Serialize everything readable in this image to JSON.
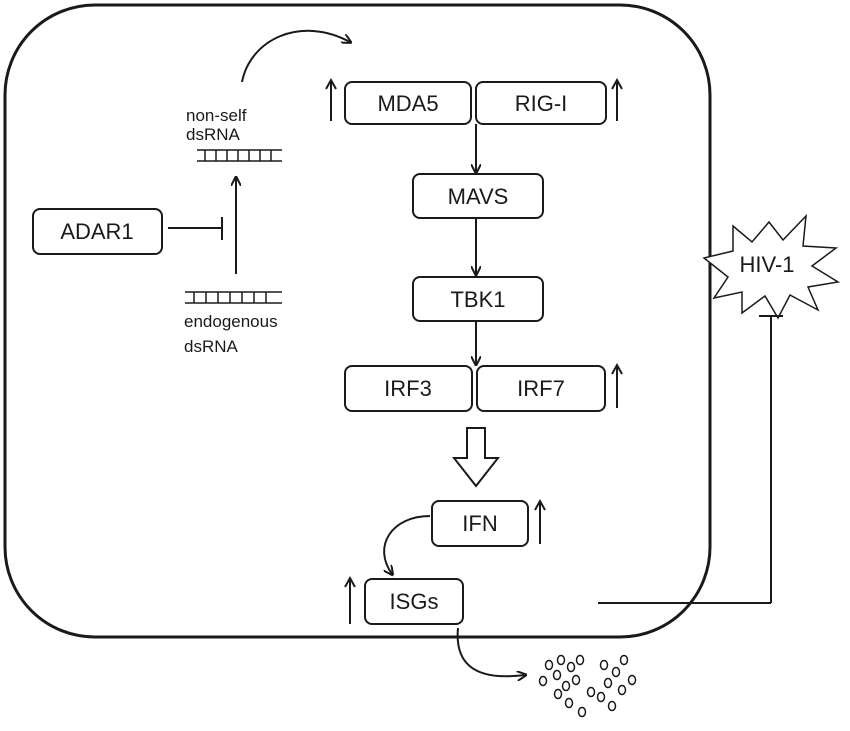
{
  "diagram": {
    "nodes": {
      "mda5": "MDA5",
      "rigi": "RIG-I",
      "mavs": "MAVS",
      "tbk1": "TBK1",
      "irf3": "IRF3",
      "irf7": "IRF7",
      "ifn": "IFN",
      "isgs": "ISGs",
      "adar1": "ADAR1",
      "hiv1": "HIV-1"
    },
    "labels": {
      "nonself_line1": "non-self",
      "nonself_line2": "dsRNA",
      "endogenous_line1": "endogenous",
      "endogenous_line2": "dsRNA"
    }
  }
}
